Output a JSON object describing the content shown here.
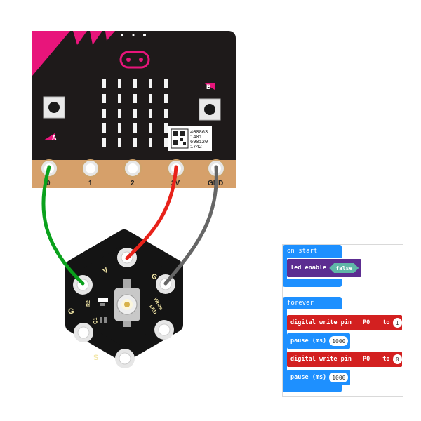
{
  "microbit": {
    "button_a_label": "A",
    "button_b_label": "B",
    "pins": [
      "0",
      "1",
      "2",
      "3V",
      "GND"
    ],
    "chip_lines": [
      "400863",
      "1401",
      "690120",
      "1742"
    ]
  },
  "led_module": {
    "pin_v": "V",
    "pin_g_top": "G",
    "pin_g": "G",
    "pin_s": "S",
    "label_r2": "R2",
    "label_q1": "Q1",
    "label_white": "White",
    "label_led": "LED"
  },
  "wires": {
    "signal_color": "#0aa11c",
    "power_color": "#e8221a",
    "ground_color": "#666666"
  },
  "code": {
    "on_start": {
      "title": "on start",
      "block_label": "led enable",
      "block_value": "false"
    },
    "forever": {
      "title": "forever",
      "write1_label": "digital write pin",
      "write1_pin": "P0",
      "write1_to": "to",
      "write1_value": "1",
      "pause1_label": "pause (ms)",
      "pause1_value": "1000",
      "write2_label": "digital write pin",
      "write2_pin": "P0",
      "write2_to": "to",
      "write2_value": "0",
      "pause2_label": "pause (ms)",
      "pause2_value": "1000"
    },
    "colors": {
      "event": "#1e90ff",
      "pins": "#d32020",
      "led": "#5c2d91",
      "bool": "#5fb6a7"
    }
  }
}
